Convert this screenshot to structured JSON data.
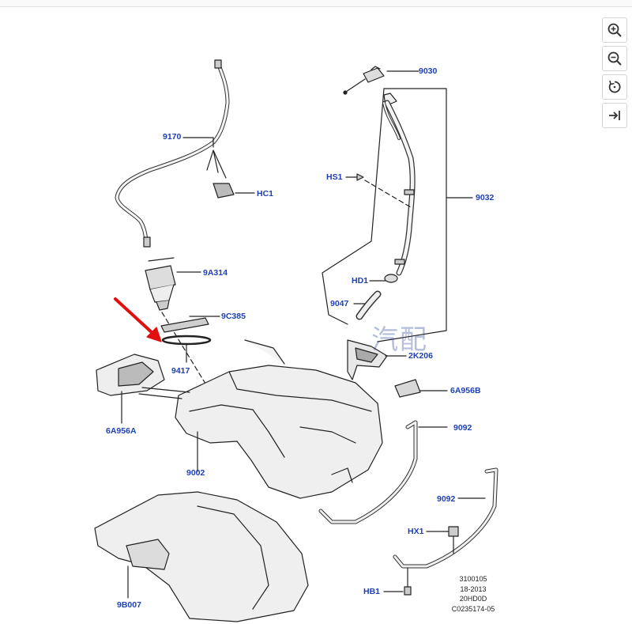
{
  "toolbar": {
    "zoom_in_icon": "zoom-in-icon",
    "zoom_out_icon": "zoom-out-icon",
    "rotate_icon": "rotate-icon",
    "fit_icon": "fit-to-screen-icon"
  },
  "callouts": {
    "c9030": "9030",
    "c9170": "9170",
    "hs1": "HS1",
    "c9032": "9032",
    "hc1": "HC1",
    "c9a314": "9A314",
    "hd1": "HD1",
    "c9047": "9047",
    "c9c385": "9C385",
    "c9417": "9417",
    "c2k206": "2K206",
    "c6a956a": "6A956A",
    "c6a956b": "6A956B",
    "c9092a": "9092",
    "c9092b": "9092",
    "c9002": "9002",
    "hx1": "HX1",
    "hb1": "HB1",
    "c9b007": "9B007"
  },
  "stamp": {
    "line1": "3100105",
    "line2": "18-2013",
    "line3": "20HD0D",
    "line4": "C0235174-05"
  },
  "watermark": "汽配",
  "colors": {
    "callout": "#1f3fb4",
    "arrow": "#e01010",
    "line": "#222222"
  }
}
